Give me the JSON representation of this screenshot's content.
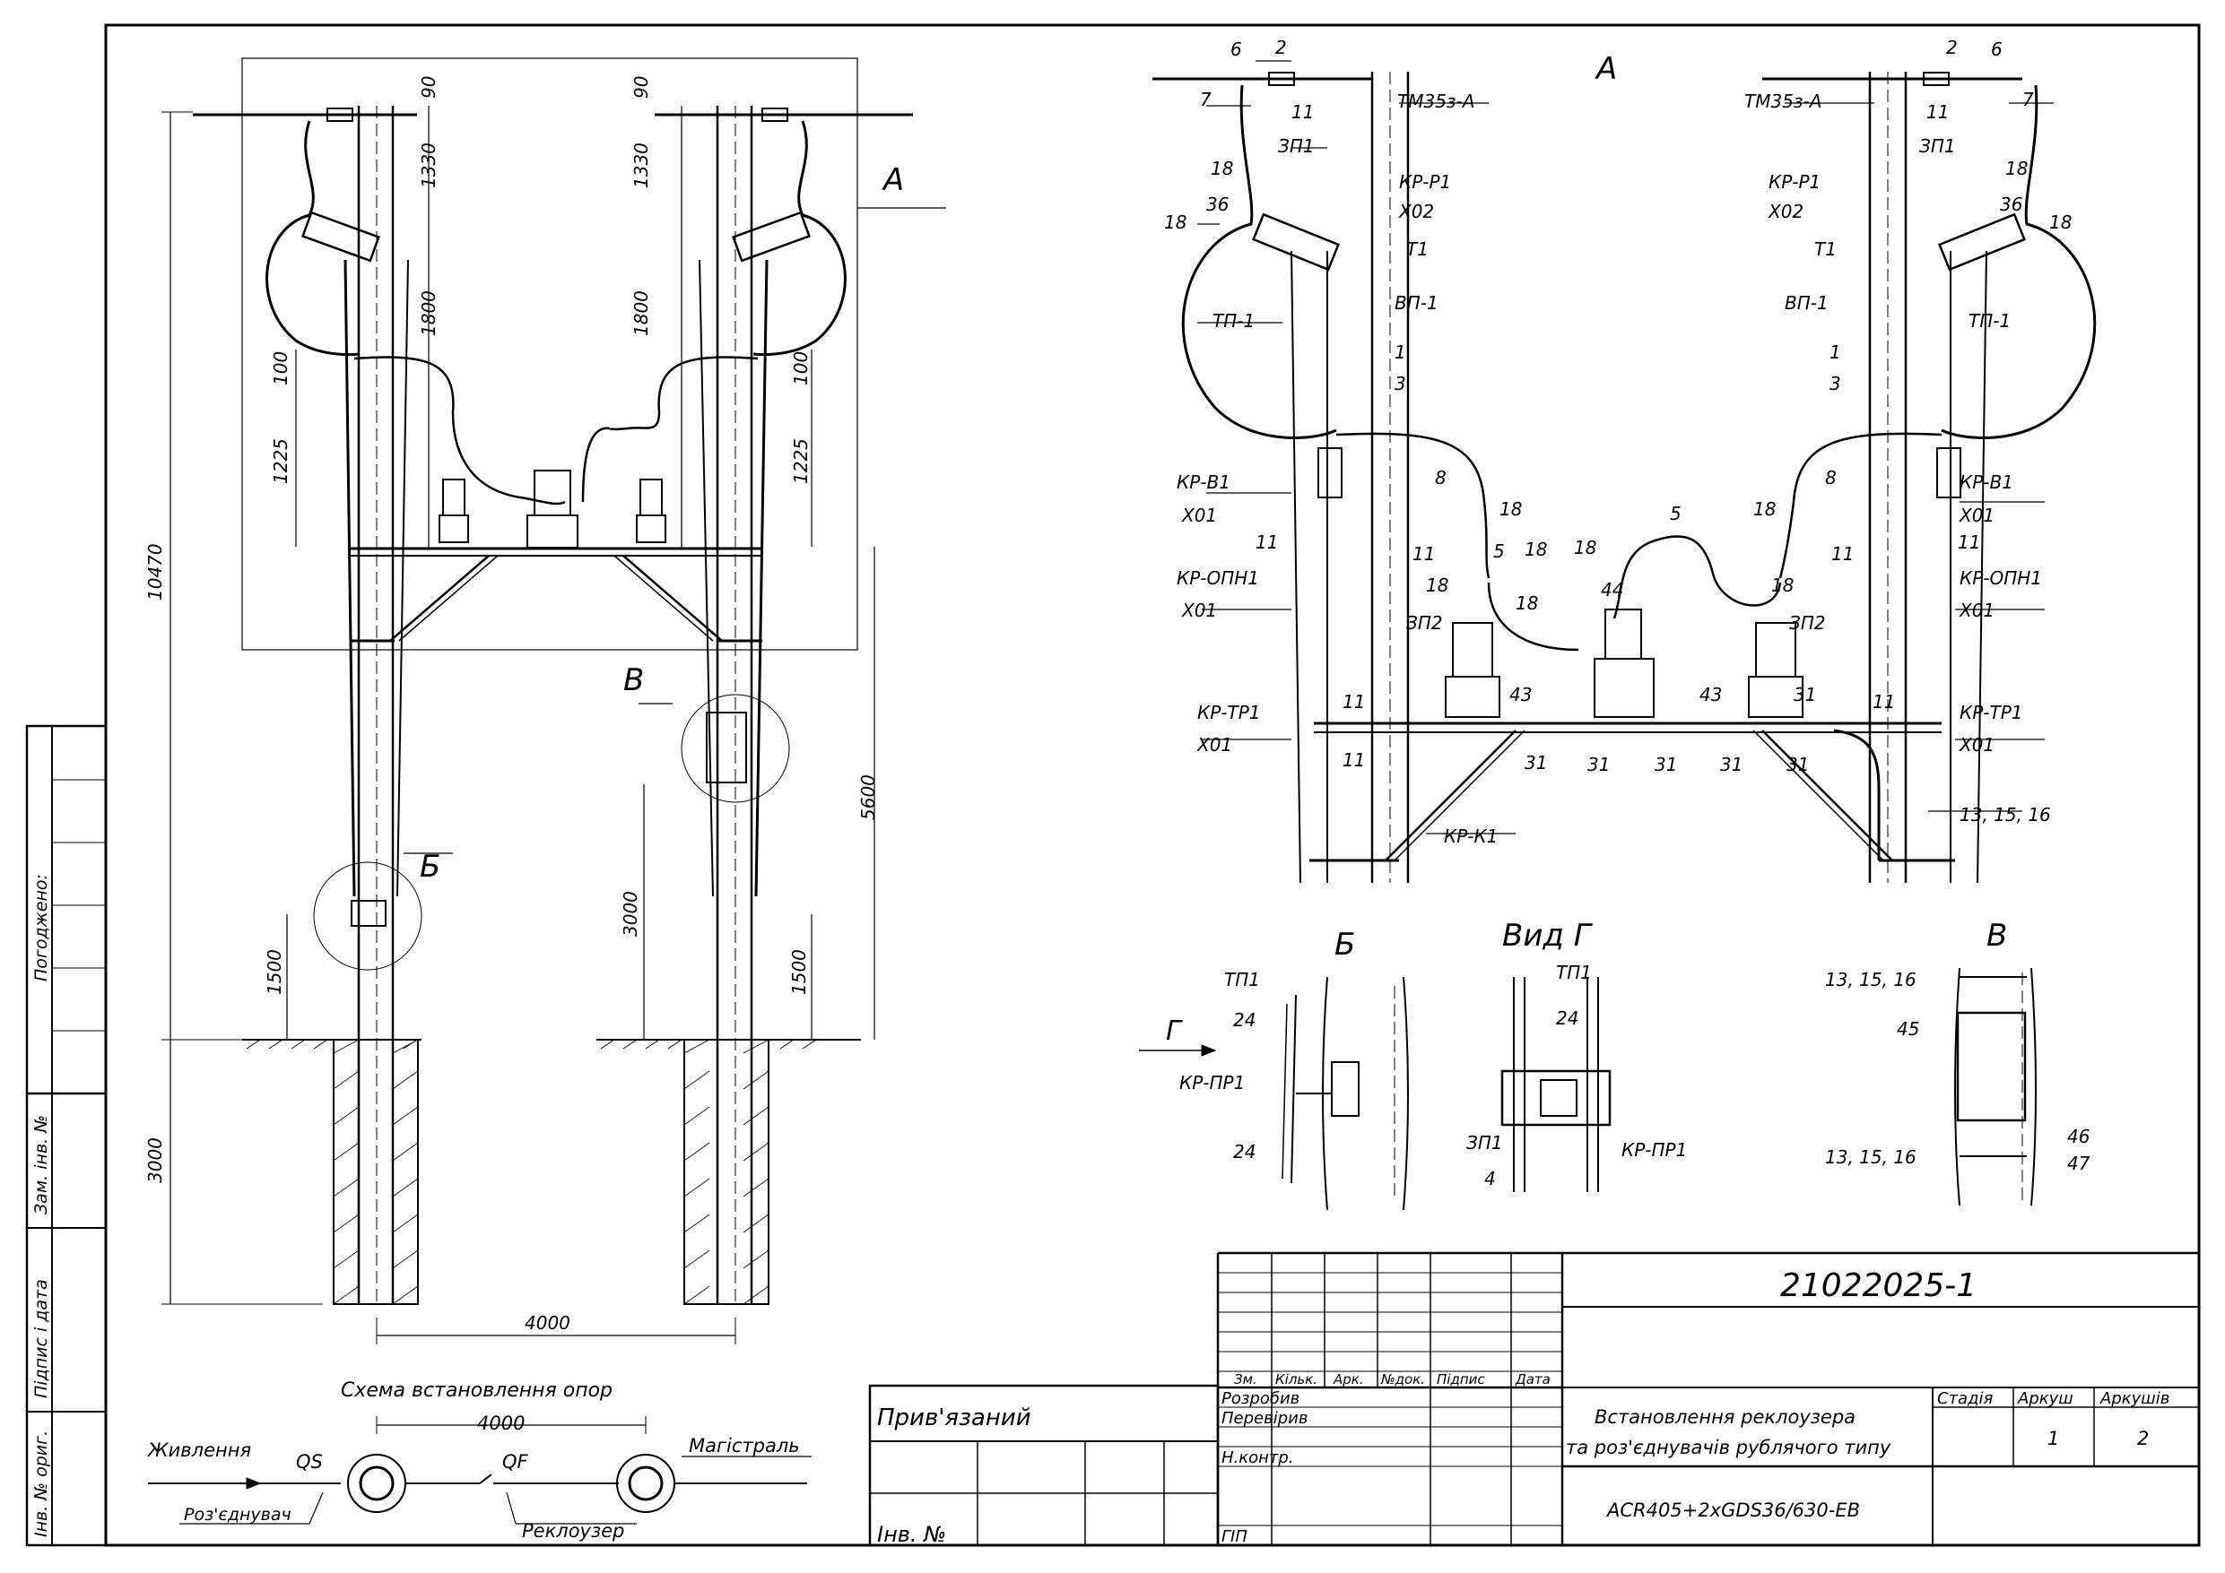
{
  "view_a_title": "А",
  "labels_left_top": {
    "l6": "6",
    "l2": "2",
    "l7": "7",
    "l11": "11",
    "zp1": "ЗП1",
    "tm35": "ТМ35з-А",
    "l18a": "18",
    "l36": "36",
    "l18b": "18",
    "krp1": "КР-Р1",
    "x02": "Х02",
    "t1": "Т1",
    "vp1": "ВП-1",
    "tp1": "ТП-1",
    "l1": "1",
    "l3": "3",
    "krv1": "КР-В1",
    "x01a": "Х01",
    "l11b": "11",
    "kropn1": "КР-ОПН1",
    "x01b": "Х01",
    "l8": "8",
    "l18c": "18",
    "l11c": "11",
    "l5": "5",
    "l18d": "18",
    "zp2": "ЗП2",
    "l18e": "18",
    "l43": "43",
    "krtr1": "КР-ТР1",
    "x01c": "Х01",
    "l11d": "11",
    "l11e": "11",
    "l31a": "31",
    "l31b": "31",
    "l31c": "31",
    "krk1": "КР-К1"
  },
  "labels_right_top": {
    "l2": "2",
    "l6": "6",
    "l7": "7",
    "tm35": "ТМ35з-А",
    "l11": "11",
    "zp1": "ЗП1",
    "krp1": "КР-Р1",
    "x02": "Х02",
    "l18a": "18",
    "l36": "36",
    "l18b": "18",
    "t1": "Т1",
    "vp1": "ВП-1",
    "tp1": "ТП-1",
    "l1": "1",
    "l3": "3",
    "krv1": "КР-В1",
    "x01a": "Х01",
    "l11b": "11",
    "kropn1": "КР-ОПН1",
    "x01b": "Х01",
    "l18c": "18",
    "l8": "8",
    "l5": "5",
    "l11c": "11",
    "l18d": "18",
    "zp2": "ЗП2",
    "l43": "43",
    "l31a": "31",
    "l31b": "31",
    "l31c": "31",
    "l11d": "11",
    "krtr1": "КР-ТР1",
    "x01c": "Х01",
    "l131516": "13, 15, 16",
    "l44": "44",
    "l18f": "18",
    "l18g": "18"
  },
  "left_drawing": {
    "dim_90a": "90",
    "dim_1330a": "1330",
    "dim_1800a": "1800",
    "dim_100a": "100",
    "dim_1225a": "1225",
    "dim_90b": "90",
    "dim_1330b": "1330",
    "dim_1800b": "1800",
    "dim_100b": "100",
    "dim_1225b": "1225",
    "dim_10470": "10470",
    "dim_5600": "5600",
    "dim_3000a": "3000",
    "dim_1500a": "1500",
    "dim_1500b": "1500",
    "dim_3000b": "3000",
    "dim_4000": "4000",
    "callout_a": "А",
    "callout_b": "Б",
    "callout_v": "В"
  },
  "detail_b": {
    "title": "Б",
    "tp1": "ТП1",
    "l24a": "24",
    "krpr1": "КР-ПР1",
    "l24b": "24",
    "arrow": "Г"
  },
  "detail_vid_g": {
    "title": "Вид Г",
    "tp1": "ТП1",
    "l24": "24",
    "zp1": "ЗП1",
    "l4": "4",
    "krpr1": "КР-ПР1"
  },
  "detail_v": {
    "title": "В",
    "l131516a": "13, 15, 16",
    "l45": "45",
    "l131516b": "13, 15, 16",
    "l46": "46",
    "l47": "47"
  },
  "scheme": {
    "title": "Схема встановлення опор",
    "dim": "4000",
    "feed": "Живлення",
    "qs": "QS",
    "qf": "QF",
    "main": "Магістраль",
    "disconnector": "Роз'єднувач",
    "recloser": "Реклоузер"
  },
  "side_stamp": {
    "agreed": "Погоджено:",
    "inv_repl": "Зам. інв. №",
    "sign_date": "Підпис і дата",
    "inv_orig": "Інв. № ориг."
  },
  "stamp": {
    "doc_number": "21022025-1",
    "attached": "Прив'язаний",
    "inv_no": "Інв. №",
    "col_zm": "Зм.",
    "col_kilk": "Кільк.",
    "col_ark": "Арк.",
    "col_ndok": "№док.",
    "col_pidpys": "Підпис",
    "col_data": "Дата",
    "row_rozrobyv": "Розробив",
    "row_perevir": "Перевірив",
    "row_nkontr": "Н.контр.",
    "row_gip": "ГІП",
    "title_line1": "Встановлення  реклоузера",
    "title_line2": "та роз'єднувачів рублячого типу",
    "model": "ACR405+2xGDS36/630-EB",
    "col_stadia": "Стадія",
    "col_arkush": "Аркуш",
    "col_arkushiv": "Аркушів",
    "arkush": "1",
    "arkushiv": "2"
  }
}
